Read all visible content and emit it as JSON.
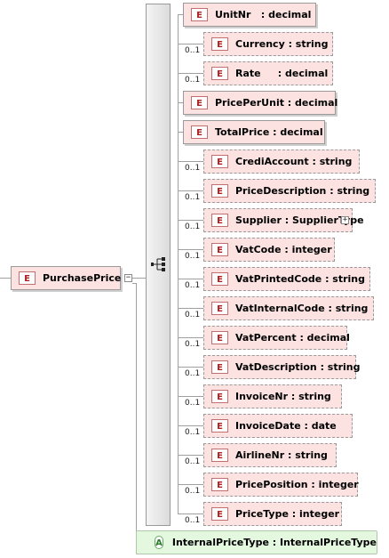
{
  "root": {
    "badge": "E",
    "label": "PurchasePrice"
  },
  "occurrence_optional": "0..1",
  "icons": {
    "collapse": "minus-box-icon",
    "expand": "plus-box-icon",
    "sequence": "sequence-compositor-icon"
  },
  "colors": {
    "element_fill": "#fde2e2",
    "attribute_fill": "#e4f7df",
    "element_badge": "#b02020",
    "attribute_badge": "#2a7a2a"
  },
  "children": [
    {
      "label": "UnitNr   : decimal",
      "optional": false
    },
    {
      "label": "Currency : string",
      "optional": true
    },
    {
      "label": "Rate     : decimal",
      "optional": true
    },
    {
      "label": "PricePerUnit : decimal",
      "optional": false
    },
    {
      "label": "TotalPrice : decimal",
      "optional": false
    },
    {
      "label": "CrediAccount : string",
      "optional": true
    },
    {
      "label": "PriceDescription : string",
      "optional": true
    },
    {
      "label": "Supplier : SupplierType",
      "optional": true,
      "expandable": true
    },
    {
      "label": "VatCode : integer",
      "optional": true
    },
    {
      "label": "VatPrintedCode : string",
      "optional": true
    },
    {
      "label": "VatInternalCode : string",
      "optional": true
    },
    {
      "label": "VatPercent : decimal",
      "optional": true
    },
    {
      "label": "VatDescription : string",
      "optional": true
    },
    {
      "label": "InvoiceNr : string",
      "optional": true
    },
    {
      "label": "InvoiceDate : date",
      "optional": true
    },
    {
      "label": "AirlineNr : string",
      "optional": true
    },
    {
      "label": "PricePosition : integer",
      "optional": true
    },
    {
      "label": "PriceType : integer",
      "optional": true
    }
  ],
  "attribute": {
    "badge": "A",
    "label": "InternalPriceType : InternalPriceType"
  },
  "element_badge": "E"
}
